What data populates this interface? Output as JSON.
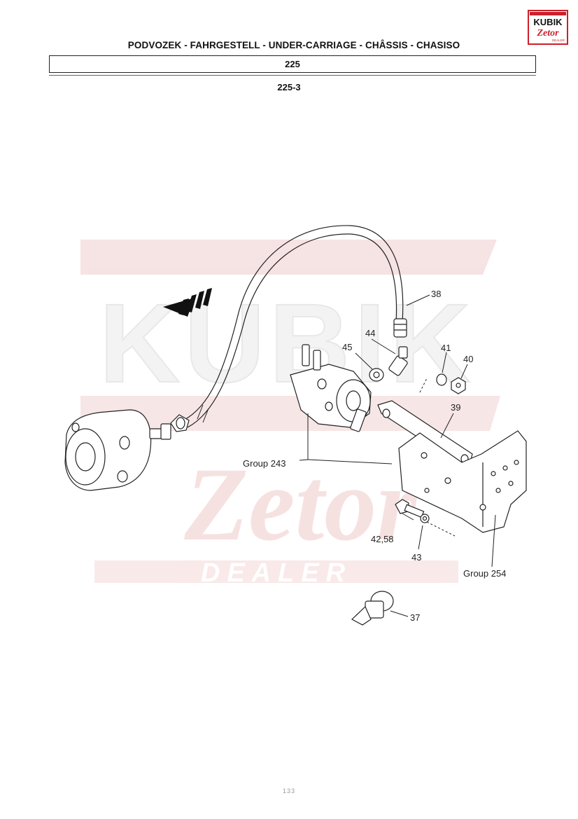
{
  "header": {
    "title": "PODVOZEK - FAHRGESTELL - UNDER-CARRIAGE - CHÂSSIS - CHASISO",
    "group_number": "225",
    "subgroup_number": "225-3"
  },
  "logo": {
    "brand_top": "KUBIK",
    "brand_script": "Zetor",
    "brand_sub": "DEALER"
  },
  "watermark": {
    "word": "KUBIK",
    "script": "Zetor",
    "sub": "DEALER",
    "color": "#f2d0d0"
  },
  "callouts": {
    "c38": "38",
    "c44": "44",
    "c45": "45",
    "c41": "41",
    "c40": "40",
    "c39": "39",
    "c_group243": "Group 243",
    "c_42_58": "42,58",
    "c43": "43",
    "c_group254": "Group 254",
    "c37": "37"
  },
  "footer": {
    "page_number": "133"
  }
}
